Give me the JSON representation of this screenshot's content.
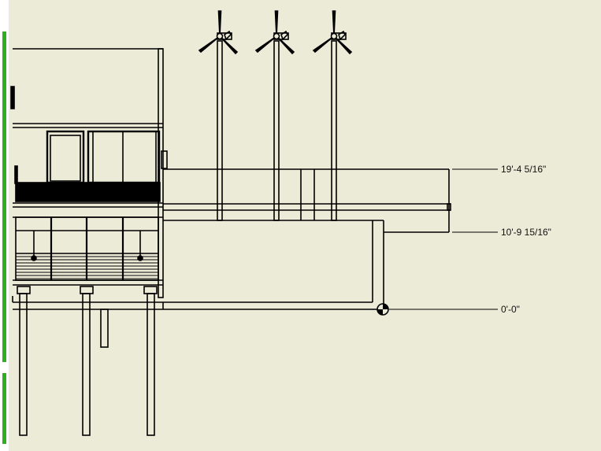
{
  "drawing": {
    "view": "elevation",
    "background_color": "#ecebd8",
    "line_color": "#000000",
    "sidebar_accent": "#2fae1f"
  },
  "levels": [
    {
      "label": "19'-4 5/16\""
    },
    {
      "label": "10'-9 15/16\""
    },
    {
      "label": "0'-0\""
    }
  ],
  "turbines": {
    "count": 3,
    "icon": "wind-turbine-icon"
  }
}
